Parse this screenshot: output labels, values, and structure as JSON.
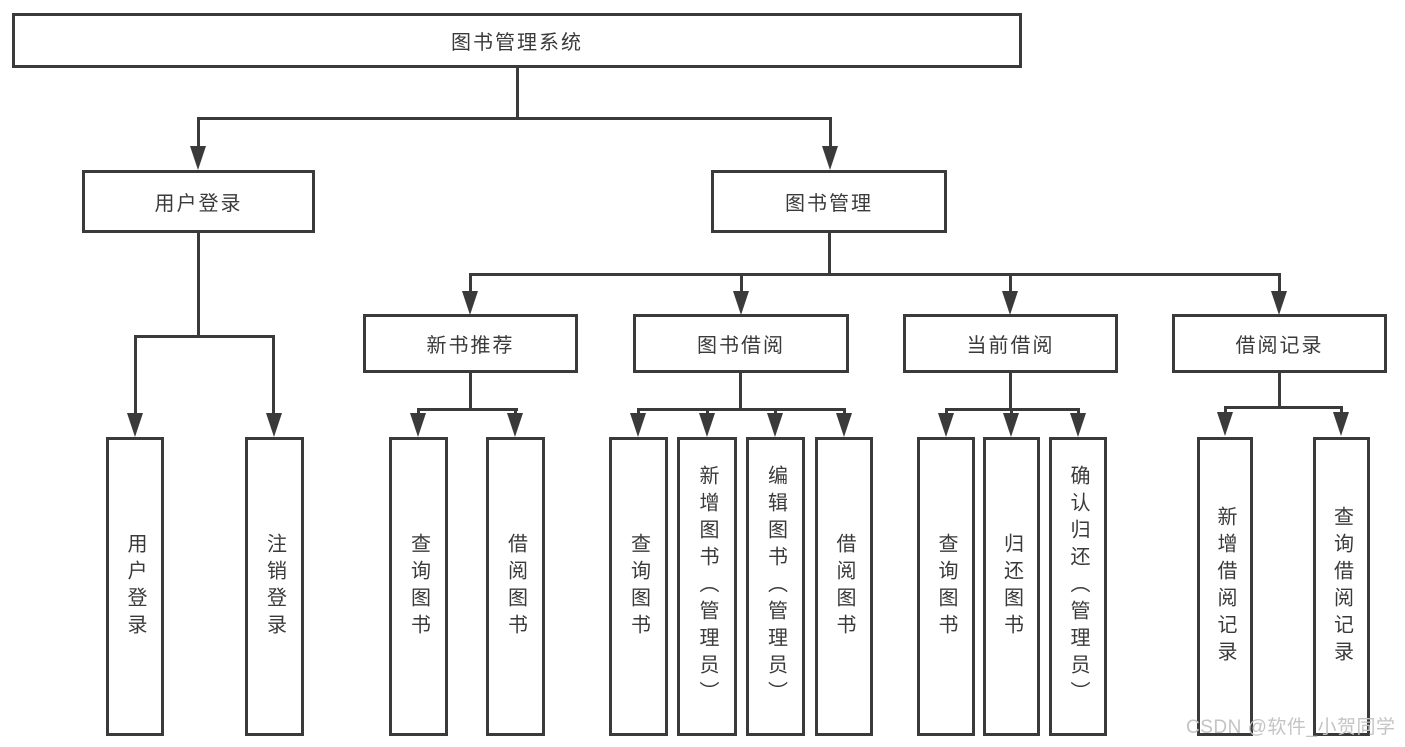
{
  "diagram": {
    "root": "图书管理系统",
    "branches": [
      {
        "label": "用户登录",
        "children": [
          "用户登录",
          "注销登录"
        ]
      },
      {
        "label": "图书管理",
        "groups": [
          {
            "label": "新书推荐",
            "children": [
              "查询图书",
              "借阅图书"
            ]
          },
          {
            "label": "图书借阅",
            "children": [
              "查询图书",
              "新增图书（管理员）",
              "编辑图书（管理员）",
              "借阅图书"
            ]
          },
          {
            "label": "当前借阅",
            "children": [
              "查询图书",
              "归还图书",
              "确认归还（管理员）"
            ]
          },
          {
            "label": "借阅记录",
            "children": [
              "新增借阅记录",
              "查询借阅记录"
            ]
          }
        ]
      }
    ]
  },
  "watermark": {
    "text": "CSDN @软件_小贺同学"
  },
  "colors": {
    "line": "#3a3a3a",
    "text": "#3a3a3a",
    "watermark": "#c4c4c4",
    "background": "#ffffff"
  }
}
